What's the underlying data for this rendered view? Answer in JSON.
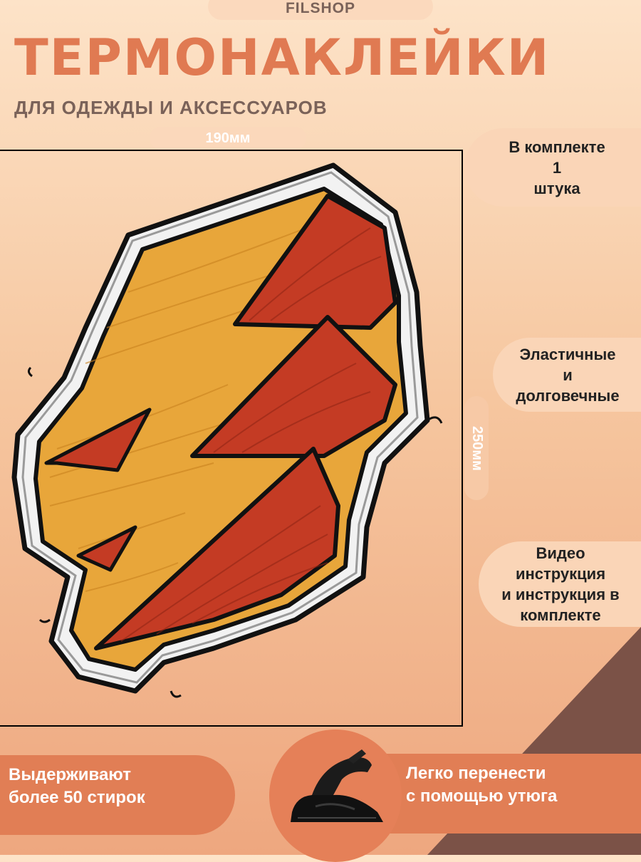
{
  "brand": "FILSHOP",
  "title": "ТЕРМОНАКЛЕЙКИ",
  "subtitle": "ДЛЯ ОДЕЖДЫ И АКСЕССУАРОВ",
  "dimensions": {
    "width": "190мм",
    "height": "250мм"
  },
  "features": [
    "В комплекте\n1\nштука",
    "Эластичные\nи\nдолговечные",
    "Видео\nинструкция\nи инструкция в\nкомплекте"
  ],
  "bottom": {
    "left": "Выдерживают\nболее 50 стирок",
    "right": "Легко перенести\nс помощью утюга"
  },
  "icons": [
    "lightning-patch-icon",
    "iron-icon"
  ],
  "colors": {
    "accent": "#e07a52",
    "pill": "#fad5b7",
    "dark": "#7a6259",
    "bolt_red": "#c43b24",
    "bolt_yellow": "#e8a63a"
  }
}
